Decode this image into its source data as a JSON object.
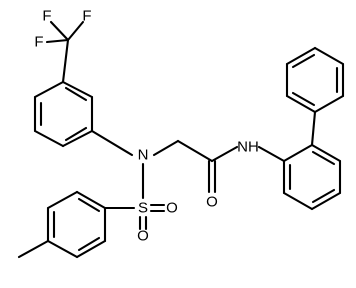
{
  "molecule": {
    "atom_labels": {
      "f_top_left": "F",
      "f_top_right": "F",
      "f_left": "F",
      "n_sulfonamide": "N",
      "s": "S",
      "o_sulfonyl_right": "O",
      "o_sulfonyl_bottom": "O",
      "o_carbonyl": "O",
      "nh_amide": "NH"
    }
  }
}
